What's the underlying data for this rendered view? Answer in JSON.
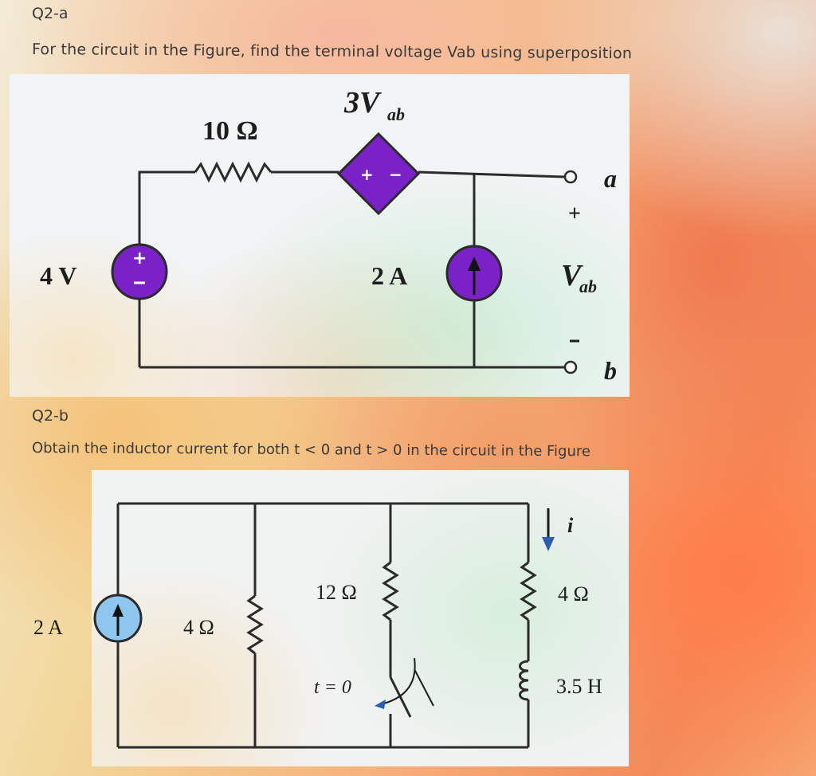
{
  "question_a": {
    "label": "Q2-a",
    "text": "For the circuit in the Figure, find the terminal voltage Vab using superposition",
    "figure": {
      "resistor": "10 Ω",
      "dependent_source_main": "3V",
      "dependent_source_sub": "ab",
      "voltage_source": "4 V",
      "current_source": "2 A",
      "terminal_a": "a",
      "terminal_b": "b",
      "plus": "+",
      "minus": "−",
      "vab_main": "V",
      "vab_sub": "ab"
    }
  },
  "question_b": {
    "label": "Q2-b",
    "text": "Obtain the inductor current for both t < 0 and t > 0 in the circuit in the Figure",
    "figure": {
      "current_source": "2 A",
      "resistor_left": "4 Ω",
      "resistor_middle": "12 Ω",
      "resistor_right": "4 Ω",
      "inductor": "3.5 H",
      "switch": "t = 0",
      "current_label": "i"
    }
  },
  "colors": {
    "source_fill": "#7a22c8",
    "source_fill_light": "#8fc6f0",
    "wire": "#2b2b2b"
  }
}
